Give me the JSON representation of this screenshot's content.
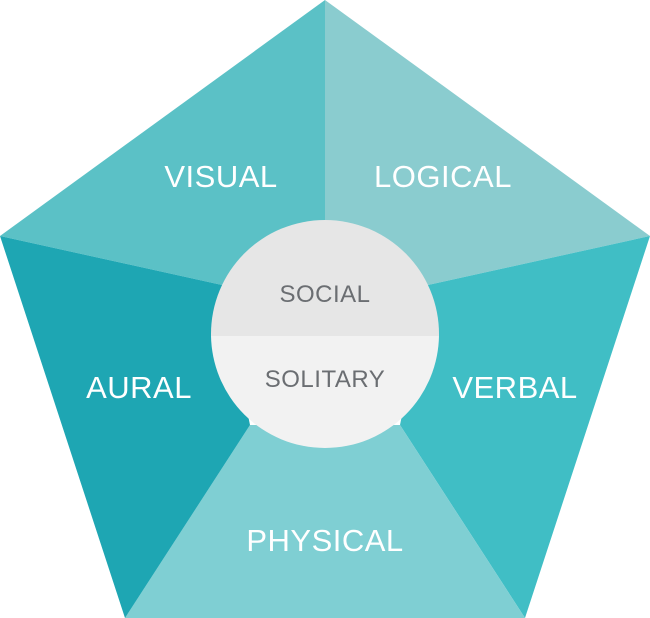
{
  "segments": {
    "visual": {
      "label": "VISUAL",
      "color": "#5bc1c6"
    },
    "logical": {
      "label": "LOGICAL",
      "color": "#8acccf"
    },
    "verbal": {
      "label": "VERBAL",
      "color": "#40bec5"
    },
    "physical": {
      "label": "PHYSICAL",
      "color": "#7fcfd3"
    },
    "aural": {
      "label": "AURAL",
      "color": "#1ea6b3"
    }
  },
  "core": {
    "top": {
      "label": "SOCIAL",
      "color": "#e6e6e6"
    },
    "bottom": {
      "label": "SOLITARY",
      "color": "#f2f2f2"
    }
  }
}
